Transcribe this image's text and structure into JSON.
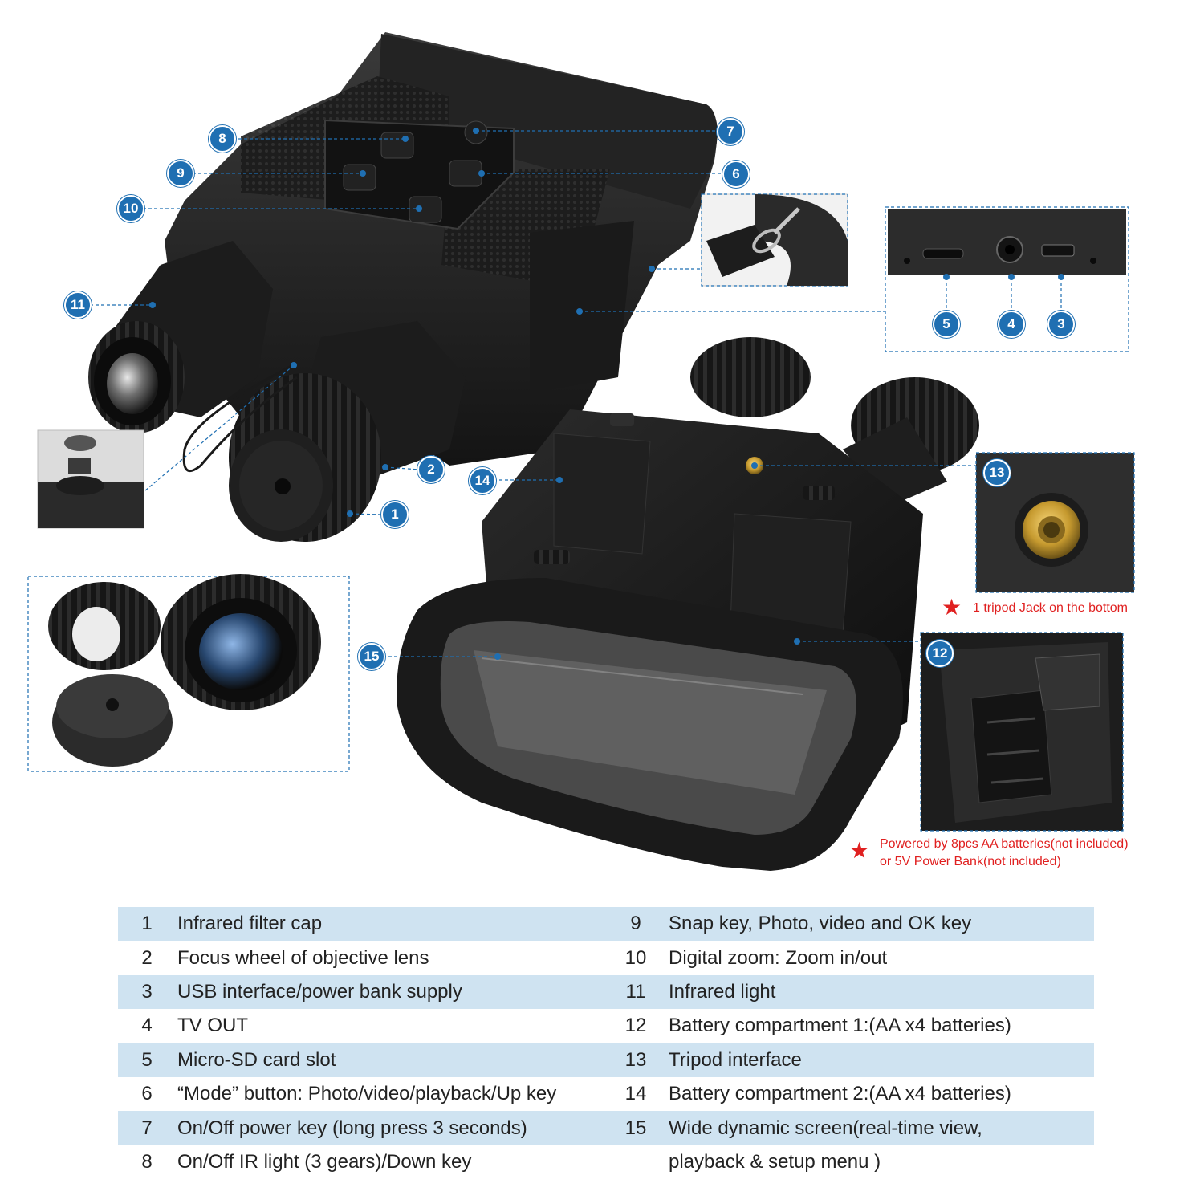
{
  "callouts": [
    "8",
    "7",
    "9",
    "6",
    "10",
    "11",
    "5",
    "4",
    "3",
    "2",
    "14",
    "13",
    "1",
    "15",
    "12"
  ],
  "notes": {
    "tripod": "1 tripod Jack on the bottom",
    "power_line1": "Powered by 8pcs AA batteries(not included)",
    "power_line2": "or 5V Power Bank(not included)"
  },
  "parts_table": {
    "rows": [
      {
        "n1": "1",
        "d1": "Infrared filter cap",
        "n2": "9",
        "d2": "Snap key, Photo, video and OK key"
      },
      {
        "n1": "2",
        "d1": "Focus wheel of objective lens",
        "n2": "10",
        "d2": "Digital zoom: Zoom in/out"
      },
      {
        "n1": "3",
        "d1": "USB interface/power bank supply",
        "n2": "11",
        "d2": "Infrared light"
      },
      {
        "n1": "4",
        "d1": "TV OUT",
        "n2": "12",
        "d2": "Battery compartment 1:(AA x4 batteries)"
      },
      {
        "n1": "5",
        "d1": "Micro-SD card slot",
        "n2": "13",
        "d2": "Tripod interface"
      },
      {
        "n1": "6",
        "d1": "“Mode” button: Photo/video/playback/Up key",
        "n2": "14",
        "d2": "Battery compartment 2:(AA x4 batteries)"
      },
      {
        "n1": "7",
        "d1": "On/Off power key (long press 3 seconds)",
        "n2": "15",
        "d2": "Wide dynamic screen(real-time view,"
      },
      {
        "n1": "8",
        "d1": "On/Off IR light (3 gears)/Down key",
        "n2": "",
        "d2": "playback & setup menu )"
      }
    ]
  },
  "colors": {
    "accent": "#1f6fb2",
    "note": "#e02020",
    "row_shade": "#cfe3f1"
  }
}
